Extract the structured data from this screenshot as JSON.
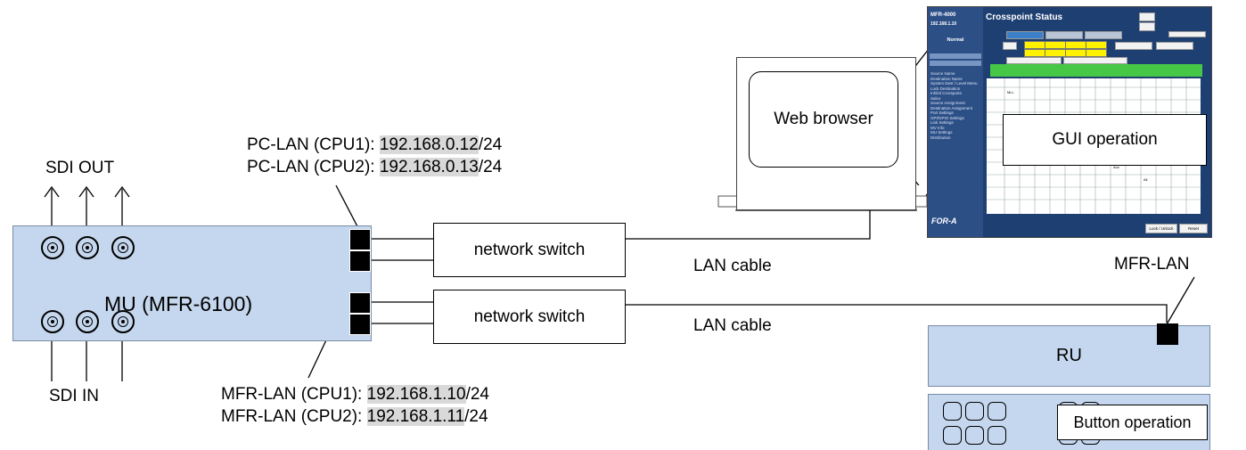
{
  "labels": {
    "sdi_out": "SDI OUT",
    "sdi_in": "SDI IN",
    "mu": "MU (MFR-6100)",
    "switch_top": "network switch",
    "switch_bottom": "network switch",
    "lan_cable_top": "LAN cable",
    "lan_cable_bottom": "LAN cable",
    "web_browser": "Web browser",
    "gui_operation": "GUI operation",
    "mfr_lan_ru": "MFR-LAN",
    "ru": "RU",
    "button_operation": "Button operation"
  },
  "pc_lan": [
    {
      "prefix": "PC-LAN (CPU1): ",
      "ip": "192.168.0.12",
      "suffix": "/24"
    },
    {
      "prefix": "PC-LAN (CPU2): ",
      "ip": "192.168.0.13",
      "suffix": "/24"
    }
  ],
  "mfr_lan": [
    {
      "prefix": "MFR-LAN (CPU1): ",
      "ip": "192.168.1.10",
      "suffix": "/24"
    },
    {
      "prefix": "MFR-LAN (CPU2): ",
      "ip": "192.168.1.11",
      "suffix": "/24"
    }
  ],
  "gui": {
    "title": "Crosspoint Status",
    "model": "MFR-4000",
    "ip": "192.168.1.10",
    "status": "Normal",
    "logo": "FOR-A",
    "menu": [
      "Source Name",
      "Destination Name",
      "System Dest / Level Menu",
      "Lock Destination",
      "Inhibit Crosspoint",
      "Salvo",
      "Source Assignment",
      "Destination Assignment",
      "Port Settings",
      "GPI/GPIO Settings",
      "Link Settings",
      "MV Info",
      "MU Settings",
      "Distribution"
    ],
    "buttons": [
      "Lock / Unlock",
      "Reset"
    ],
    "grid_marks": [
      "MLL",
      "All",
      "Aux",
      "All"
    ]
  },
  "colors": {
    "unit_fill": "#c5d7ee",
    "ip_highlight": "#d9d9d9",
    "gui_bg": "#1e3f72",
    "gui_yellow": "#fff200",
    "gui_green": "#46c846"
  }
}
